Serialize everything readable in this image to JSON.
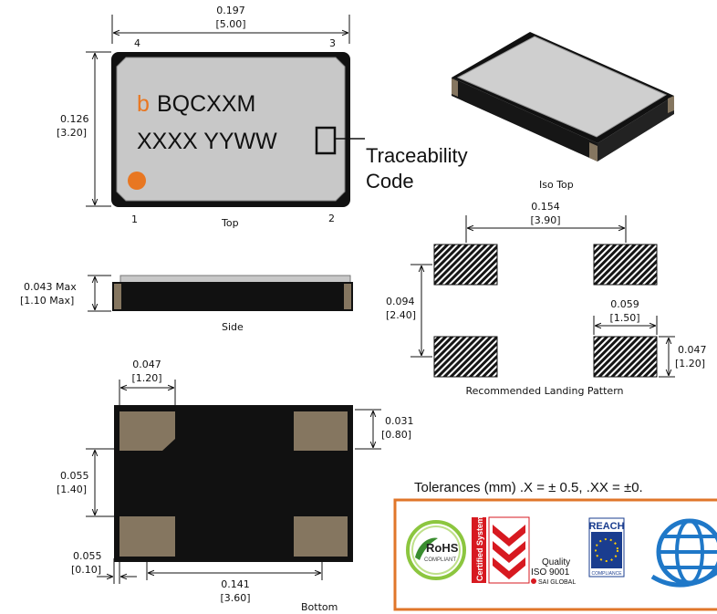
{
  "top_view": {
    "width_in": "0.197",
    "width_mm": "[5.00]",
    "height_in": "0.126",
    "height_mm": "[3.20]",
    "pin1": "1",
    "pin2": "2",
    "pin3": "3",
    "pin4": "4",
    "marking_logo": "b",
    "marking_line1": "BQCXXM",
    "marking_line2": "XXXX  YYWW",
    "traceability_line1": "Traceability",
    "traceability_line2": "Code",
    "caption": "Top"
  },
  "iso_view": {
    "caption": "Iso Top"
  },
  "side_view": {
    "height_in": "0.043 Max",
    "height_mm": "[1.10 Max]",
    "caption": "Side"
  },
  "bottom_view": {
    "pad_width_in": "0.047",
    "pad_width_mm": "[1.20]",
    "pad_height_in": "0.031",
    "pad_height_mm": "[0.80]",
    "gap_in": "0.055",
    "gap_mm": "[1.40]",
    "edge_in": "0.055",
    "edge_mm": "[0.10]",
    "pitch_in": "0.141",
    "pitch_mm": "[3.60]",
    "caption": "Bottom"
  },
  "landing_pattern": {
    "pitch_x_in": "0.154",
    "pitch_x_mm": "[3.90]",
    "pitch_y_in": "0.094",
    "pitch_y_mm": "[2.40]",
    "pad_w_in": "0.059",
    "pad_w_mm": "[1.50]",
    "pad_h_in": "0.047",
    "pad_h_mm": "[1.20]",
    "caption": "Recommended Landing Pattern"
  },
  "tolerances": "Tolerances (mm)  .X = ± 0.5,  .XX = ±0.",
  "certifications": {
    "rohs": "RoHS",
    "rohs_sub": "COMPLIANT",
    "certified": "Certified System",
    "quality_1": "Quality",
    "quality_2": "ISO 9001",
    "quality_3": "SAI GLOBAL",
    "reach": "REACH",
    "reach_sub": "COMPLIANCE"
  },
  "colors": {
    "accent_orange": "#e87722",
    "border_orange": "#e0762a",
    "package_gray": "#c8c8c8",
    "pad_tan": "#857660"
  }
}
